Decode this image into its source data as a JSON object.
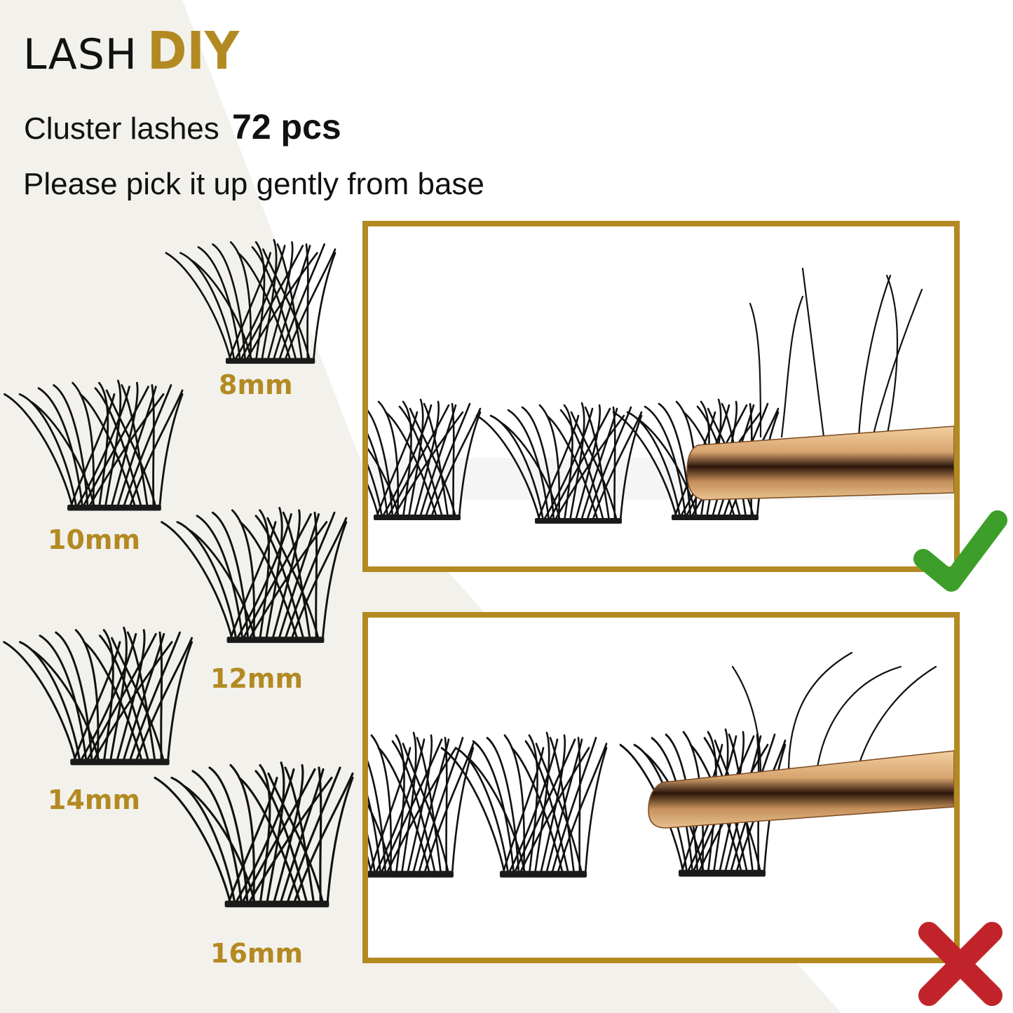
{
  "header": {
    "title_prefix": "LASH",
    "title_highlight": "DIY",
    "product_line_text": "Cluster lashes",
    "product_count": "72 pcs",
    "instruction": "Please pick it up gently from base"
  },
  "lash_sizes": [
    {
      "label": "8mm"
    },
    {
      "label": "10mm"
    },
    {
      "label": "12mm"
    },
    {
      "label": "14mm"
    },
    {
      "label": "16mm"
    }
  ],
  "demonstration_panels": [
    {
      "name": "correct-pickup",
      "result": "correct",
      "icon": "check-icon",
      "description": "Tweezers grip lash cluster at base"
    },
    {
      "name": "incorrect-pickup",
      "result": "incorrect",
      "icon": "cross-icon",
      "description": "Tweezers grip lash cluster mid-length"
    }
  ],
  "colors": {
    "gold_accent": "#b38a22",
    "background": "#f3f1ec",
    "check_green": "#3d9e2a",
    "cross_red": "#c0242a",
    "text": "#111111"
  }
}
